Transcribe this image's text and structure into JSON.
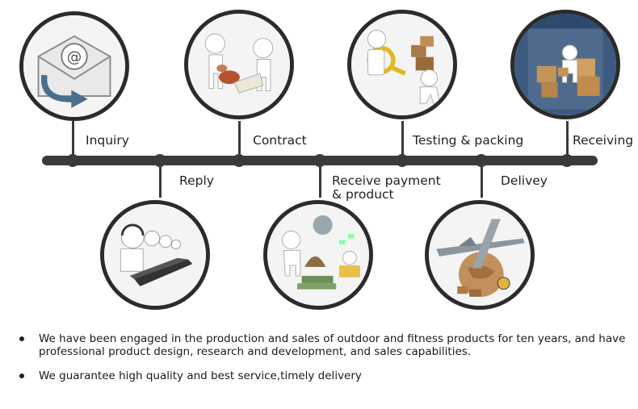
{
  "steps": {
    "inquiry": {
      "label": "Inquiry",
      "icon": "email-icon"
    },
    "reply": {
      "label": "Reply",
      "icon": "call-center-icon"
    },
    "contract": {
      "label": "Contract",
      "icon": "handshake-stamp-icon"
    },
    "receive_payment": {
      "label_line1": "Receive payment",
      "label_line2": "& product",
      "icon": "money-icon"
    },
    "testing_packing": {
      "label": "Testing & packing",
      "icon": "magnifier-boxes-icon"
    },
    "delivery": {
      "label": "Delivey",
      "icon": "airplane-globe-icon"
    },
    "receiving": {
      "label": "Receiving",
      "icon": "container-icon"
    }
  },
  "bullets": [
    "We have been engaged in the production and sales of outdoor and fitness products for ten years, and have professional product design, research and development, and sales capabilities.",
    "We guarantee high quality and best service,timely delivery"
  ],
  "colors": {
    "line": "#3a3a3a",
    "circle_border": "#2b2b2b",
    "text": "#222222"
  }
}
